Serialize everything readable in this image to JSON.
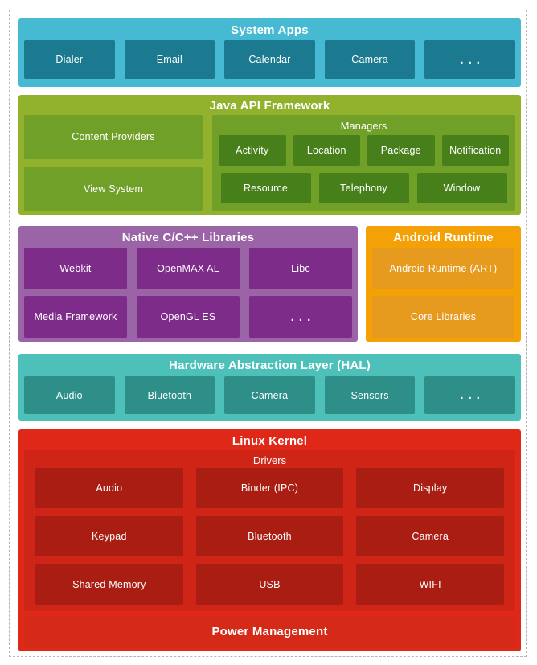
{
  "palette": {
    "cyan-outer": "#47BAD3",
    "cyan-inner": "#1B7A90",
    "green-outer": "#92B12C",
    "green-mid": "#71A028",
    "green-dark": "#47801A",
    "purple-outer": "#9B64A6",
    "purple-inner": "#7E2C8A",
    "orange-outer": "#F3A106",
    "orange-inner": "#E69A1E",
    "teal-outer": "#4EC0BA",
    "teal-inner": "#2E8E88",
    "red-outer": "#E02818",
    "red-mid": "#CF2516",
    "red-inner": "#A91D12",
    "red-power": "#D62A18",
    "border": "#B5B5B5",
    "text": "#FFFFFF"
  },
  "layers": {
    "system_apps": {
      "title": "System Apps",
      "items": [
        "Dialer",
        "Email",
        "Calendar",
        "Camera",
        "..."
      ]
    },
    "java_api": {
      "title": "Java API Framework",
      "left_items": [
        "Content Providers",
        "View System"
      ],
      "managers": {
        "title": "Managers",
        "row1": [
          "Activity",
          "Location",
          "Package",
          "Notification"
        ],
        "row2": [
          "Resource",
          "Telephony",
          "Window"
        ]
      }
    },
    "native_libs": {
      "title": "Native C/C++ Libraries",
      "row1": [
        "Webkit",
        "OpenMAX AL",
        "Libc"
      ],
      "row2": [
        "Media Framework",
        "OpenGL ES",
        "..."
      ]
    },
    "android_runtime": {
      "title": "Android Runtime",
      "items": [
        "Android Runtime (ART)",
        "Core Libraries"
      ]
    },
    "hal": {
      "title": "Hardware Abstraction Layer (HAL)",
      "items": [
        "Audio",
        "Bluetooth",
        "Camera",
        "Sensors",
        "..."
      ]
    },
    "linux_kernel": {
      "title": "Linux Kernel",
      "drivers_title": "Drivers",
      "drivers": [
        [
          "Audio",
          "Binder (IPC)",
          "Display"
        ],
        [
          "Keypad",
          "Bluetooth",
          "Camera"
        ],
        [
          "Shared Memory",
          "USB",
          "WIFI"
        ]
      ],
      "power": "Power Management"
    }
  }
}
